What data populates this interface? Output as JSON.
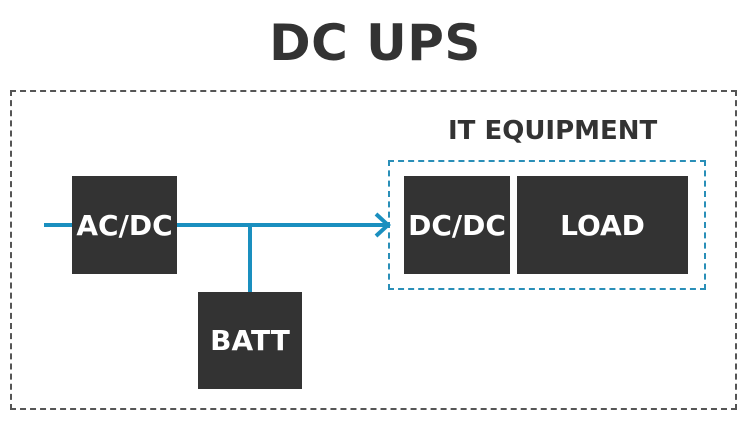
{
  "title": "DC UPS",
  "group_label": "IT EQUIPMENT",
  "blocks": {
    "acdc": "AC/DC",
    "batt": "BATT",
    "dcdc": "DC/DC",
    "load": "LOAD"
  },
  "colors": {
    "wire": "#1a8fbf",
    "block": "#333333",
    "group_border": "#2a8fb8",
    "outer_border": "#555555"
  }
}
